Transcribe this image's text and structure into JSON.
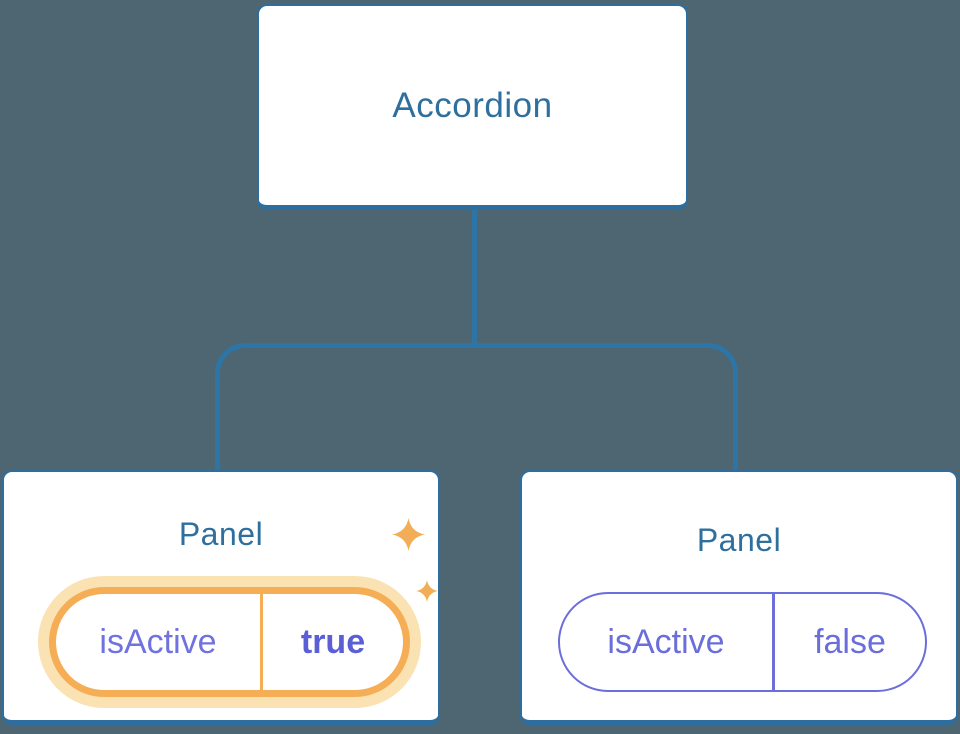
{
  "diagram": {
    "root": {
      "label": "Accordion"
    },
    "children": [
      {
        "title": "Panel",
        "active": true,
        "prop": {
          "name": "isActive",
          "value": "true"
        }
      },
      {
        "title": "Panel",
        "active": false,
        "prop": {
          "name": "isActive",
          "value": "false"
        }
      }
    ]
  },
  "palette": {
    "background": "#4d6672",
    "node_fill": "#ffffff",
    "node_border_blue": "#2e6e9e",
    "connector_blue": "#2c75a6",
    "heading_blue": "#2e6f9e",
    "prop_purple": "#6a6edb",
    "prop_purple_bold": "#5b5fd6",
    "highlight_orange": "#f5ae56",
    "highlight_halo": "#fbe2b2",
    "sparkle_orange": "#f2ad57"
  }
}
